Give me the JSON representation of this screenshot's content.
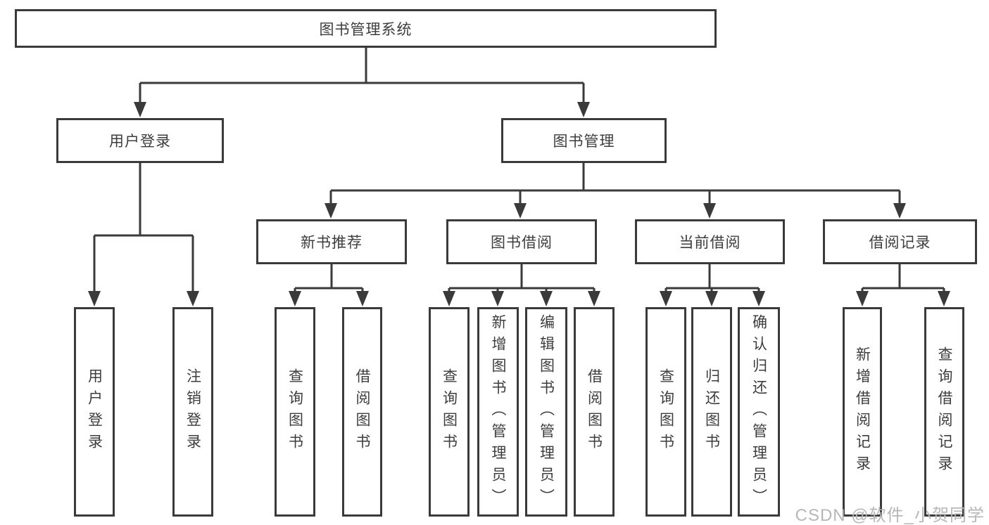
{
  "diagram": {
    "root": {
      "label": "图书管理系统"
    },
    "branches": [
      {
        "label": "用户登录",
        "children": [
          {
            "label": "用户登录"
          },
          {
            "label": "注销登录"
          }
        ]
      },
      {
        "label": "图书管理",
        "children": [
          {
            "label": "新书推荐",
            "children": [
              {
                "label": "查询图书"
              },
              {
                "label": "借阅图书"
              }
            ]
          },
          {
            "label": "图书借阅",
            "children": [
              {
                "label": "查询图书"
              },
              {
                "label": "新增图书（管理员）"
              },
              {
                "label": "编辑图书（管理员）"
              },
              {
                "label": "借阅图书"
              }
            ]
          },
          {
            "label": "当前借阅",
            "children": [
              {
                "label": "查询图书"
              },
              {
                "label": "归还图书"
              },
              {
                "label": "确认归还（管理员）"
              }
            ]
          },
          {
            "label": "借阅记录",
            "children": [
              {
                "label": "新增借阅记录"
              },
              {
                "label": "查询借阅记录"
              }
            ]
          }
        ]
      }
    ]
  },
  "watermark": {
    "text": "CSDN @软件_小贺同学"
  },
  "colors": {
    "line": "#3a3a3a",
    "box_border": "#3a3a3a",
    "text": "#3d3d3d",
    "watermark": "#b7b7b7",
    "background": "#ffffff"
  }
}
